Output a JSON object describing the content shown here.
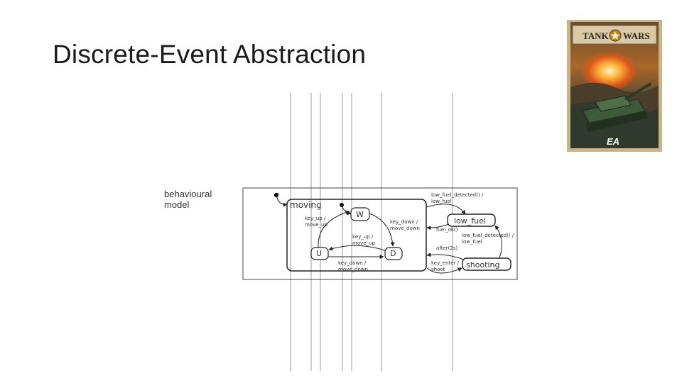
{
  "slide": {
    "title": "Discrete-Event Abstraction"
  },
  "side_label": {
    "line1": "behavioural",
    "line2": "model"
  },
  "cover": {
    "title_left": "TANK",
    "title_right": "WARS",
    "publisher": "EA"
  },
  "diagram": {
    "superstate": "moving",
    "states": {
      "w": "W",
      "u": "U",
      "d": "D",
      "low_fuel": "low_fuel",
      "shooting": "shooting"
    },
    "transitions": {
      "u_to_w": [
        "key_up /",
        "move_up"
      ],
      "w_to_d": [
        "key_down /",
        "move_down"
      ],
      "d_to_u": [
        "key_up /",
        "move_up"
      ],
      "u_to_d": [
        "key_down /",
        "move_down"
      ],
      "moving_to_low_fuel": [
        "low_fuel_detected() /",
        "low_fuel"
      ],
      "low_fuel_to_moving": "fuel_ok()",
      "shooting_to_low_fuel": [
        "low_fuel_detected() /",
        "low_fuel"
      ],
      "shooting_to_moving": "after(2s)",
      "moving_to_shooting": [
        "key_enter /",
        "shoot"
      ]
    }
  }
}
